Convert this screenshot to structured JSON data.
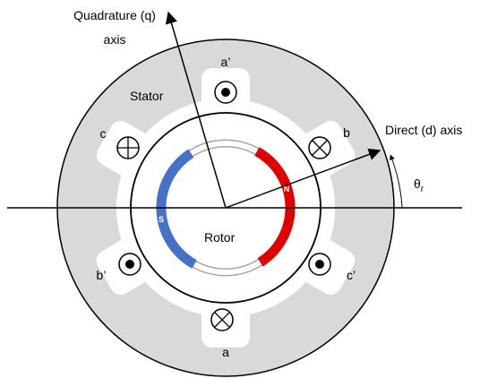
{
  "labels": {
    "q_axis_line1": "Quadrature (q)",
    "q_axis_line2": "axis",
    "d_axis": "Direct (d) axis",
    "theta": "θ",
    "theta_sub": "r",
    "stator": "Stator",
    "rotor": "Rotor",
    "pole_north": "N",
    "pole_south": "S"
  },
  "slots": {
    "a_prime": "a’",
    "b": "b",
    "c_prime": "c’",
    "a": "a",
    "b_prime": "b’",
    "c": "c"
  },
  "colors": {
    "stator_fill": "#d9d9d9",
    "north_pole": "#e00000",
    "south_pole": "#4472c4",
    "line": "#000000"
  },
  "icons": {
    "current_out": "dot-in-circle-icon",
    "current_in": "cross-in-circle-icon"
  }
}
